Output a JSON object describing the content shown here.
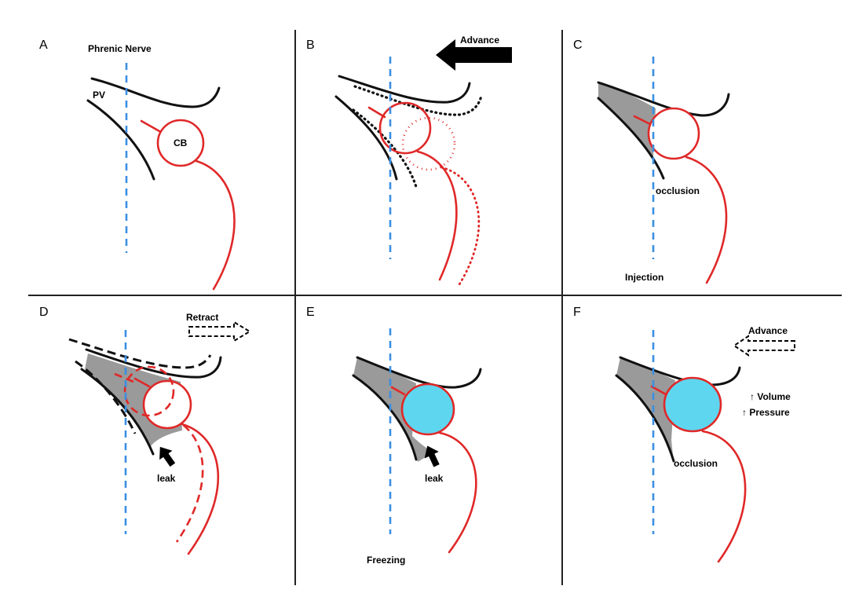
{
  "panels": {
    "a": {
      "letter": "A",
      "phrenic_nerve": "Phrenic Nerve",
      "pv": "PV",
      "cb": "CB"
    },
    "b": {
      "letter": "B",
      "advance": "Advance"
    },
    "c": {
      "letter": "C",
      "occlusion": "occlusion",
      "injection": "Injection"
    },
    "d": {
      "letter": "D",
      "retract": "Retract",
      "leak": "leak"
    },
    "e": {
      "letter": "E",
      "leak": "leak",
      "freezing": "Freezing"
    },
    "f": {
      "letter": "F",
      "advance": "Advance",
      "volume": "↑ Volume",
      "pressure": "↑ Pressure",
      "occlusion": "occlusion"
    }
  },
  "colors": {
    "catheter": "#e02828",
    "nerve": "#3b8fe2",
    "vein_wall": "#111111",
    "cryo_fill": "#5fd6ef",
    "tissue_fill": "#9a9a9a",
    "grid": "#222222"
  }
}
